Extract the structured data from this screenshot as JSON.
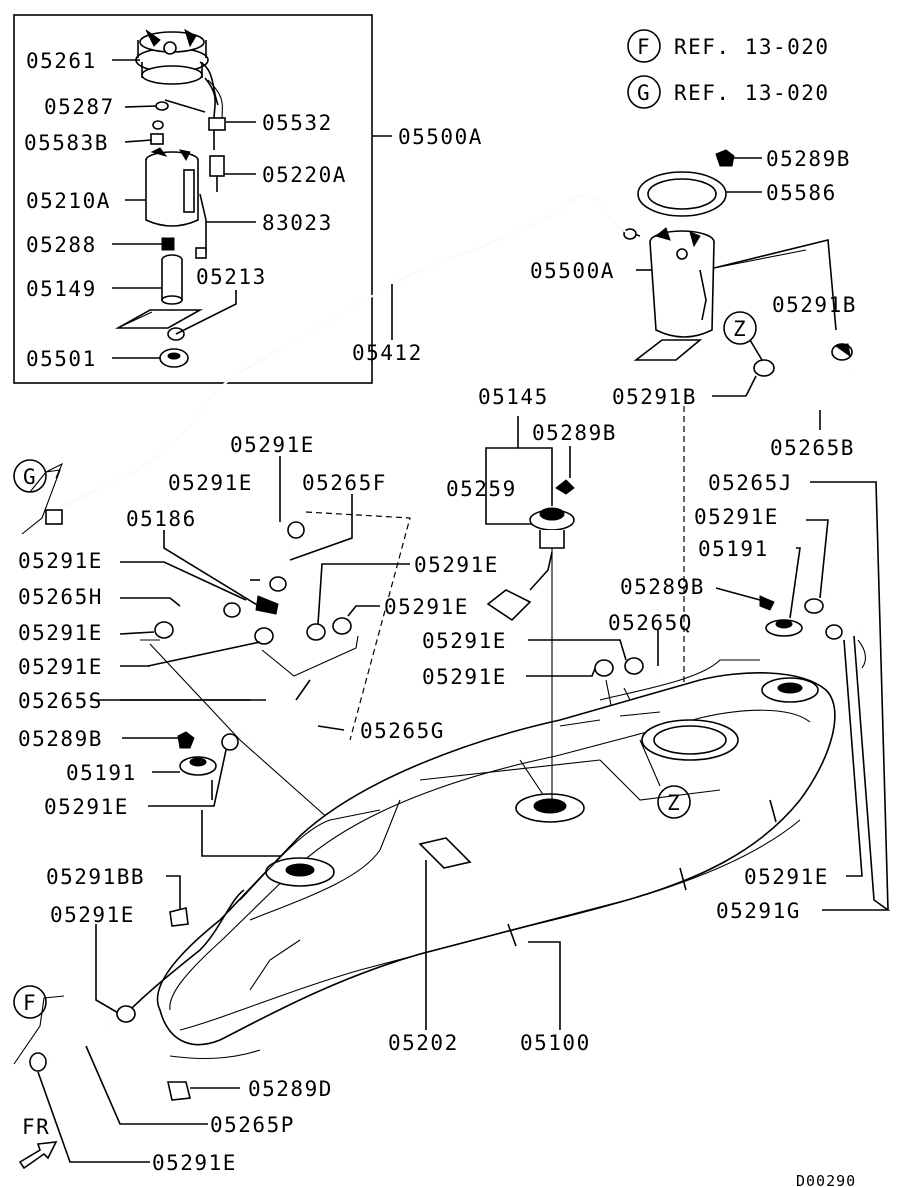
{
  "diagram_code": "D00290",
  "references": [
    {
      "letter": "F",
      "text": "REF. 13-020"
    },
    {
      "letter": "G",
      "text": "REF. 13-020"
    }
  ],
  "callouts": {
    "F": "F",
    "G": "G",
    "Z1": "Z",
    "Z2": "Z",
    "FR": "FR"
  },
  "labels": {
    "p05261": "05261",
    "p05287": "05287",
    "p05583B": "05583B",
    "p05210A": "05210A",
    "p05288": "05288",
    "p05149": "05149",
    "p05501": "05501",
    "p05532": "05532",
    "p05220A": "05220A",
    "p83023": "83023",
    "p05213": "05213",
    "p05500A_box": "05500A",
    "p05289B_a": "05289B",
    "p05586": "05586",
    "p05500A": "05500A",
    "p05291B_a": "05291B",
    "p05412": "05412",
    "p05291B_b": "05291B",
    "p05265B": "05265B",
    "p05145": "05145",
    "p05289B_b": "05289B",
    "p05259": "05259",
    "p05265J": "05265J",
    "p05291E_top": "05291E",
    "p05291E_2": "05291E",
    "p05265F": "05265F",
    "p05186": "05186",
    "p05291E_r1": "05291E",
    "p05191_r": "05191",
    "p05291E_l1": "05291E",
    "p05291E_m1": "05291E",
    "p05289B_c": "05289B",
    "p05265H": "05265H",
    "p05291E_m2": "05291E",
    "p05291E_l2": "05291E",
    "p05265Q": "05265Q",
    "p05291E_m3": "05291E",
    "p05291E_l3": "05291E",
    "p05291E_m4": "05291E",
    "p05265S": "05265S",
    "p05265G": "05265G",
    "p05289B_d": "05289B",
    "p05191_l": "05191",
    "p05291E_l4": "05291E",
    "p05291BB": "05291BB",
    "p05291E_r2": "05291E",
    "p05291E_l5": "05291E",
    "p05291G": "05291G",
    "p05202": "05202",
    "p05100": "05100",
    "p05289D": "05289D",
    "p05265P": "05265P",
    "p05291E_bottom": "05291E"
  }
}
